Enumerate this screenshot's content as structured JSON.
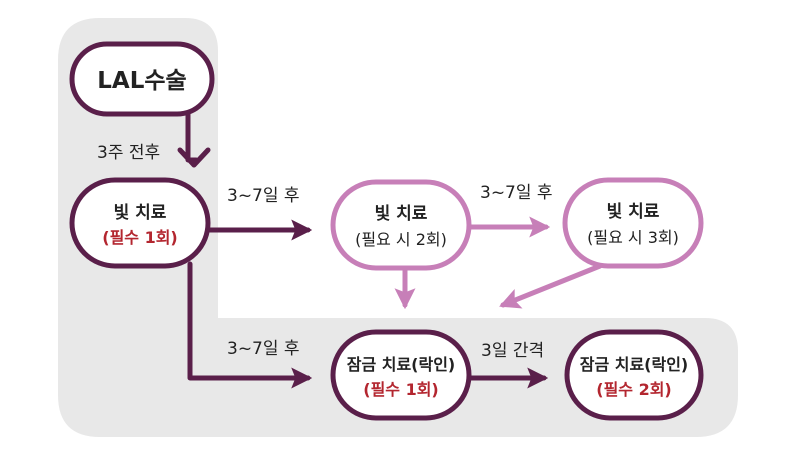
{
  "colors": {
    "dark": "#5a1f4a",
    "light": "#c77fb8",
    "red": "#b3262f",
    "text": "#222222",
    "background_area": "#e8e8e8"
  },
  "nodes": {
    "lal_surgery": {
      "title": "LAL수술"
    },
    "light_treatment_1": {
      "title": "빛 치료",
      "subtitle": "(필수 1회)"
    },
    "light_treatment_2": {
      "title": "빛 치료",
      "subtitle": "(필요 시 2회)"
    },
    "light_treatment_3": {
      "title": "빛 치료",
      "subtitle": "(필요 시 3회)"
    },
    "lock_in_1": {
      "title": "잠금 치료(락인)",
      "subtitle": "(필수 1회)"
    },
    "lock_in_2": {
      "title": "잠금 치료(락인)",
      "subtitle": "(필수 2회)"
    }
  },
  "edge_labels": {
    "surgery_to_light": "3주 전후",
    "light1_to_light2": "3~7일 후",
    "light2_to_light3": "3~7일 후",
    "light1_to_lockin": "3~7일 후",
    "lockin_interval": "3일 간격"
  }
}
